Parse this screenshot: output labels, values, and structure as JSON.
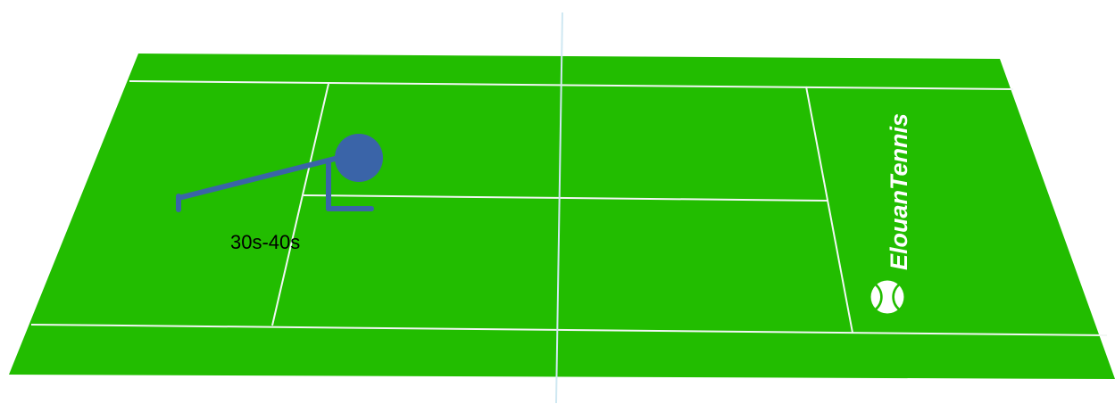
{
  "court": {
    "surface_color": "#22bd00",
    "line_color": "#f2f7f4",
    "net_color": "#cfe8f2"
  },
  "exercise": {
    "name": "plank-figure",
    "figure_color": "#3a64a8",
    "duration_label": "30s-40s"
  },
  "brand": {
    "name": "ElouanTennis",
    "icon": "tennis-ball-icon"
  }
}
